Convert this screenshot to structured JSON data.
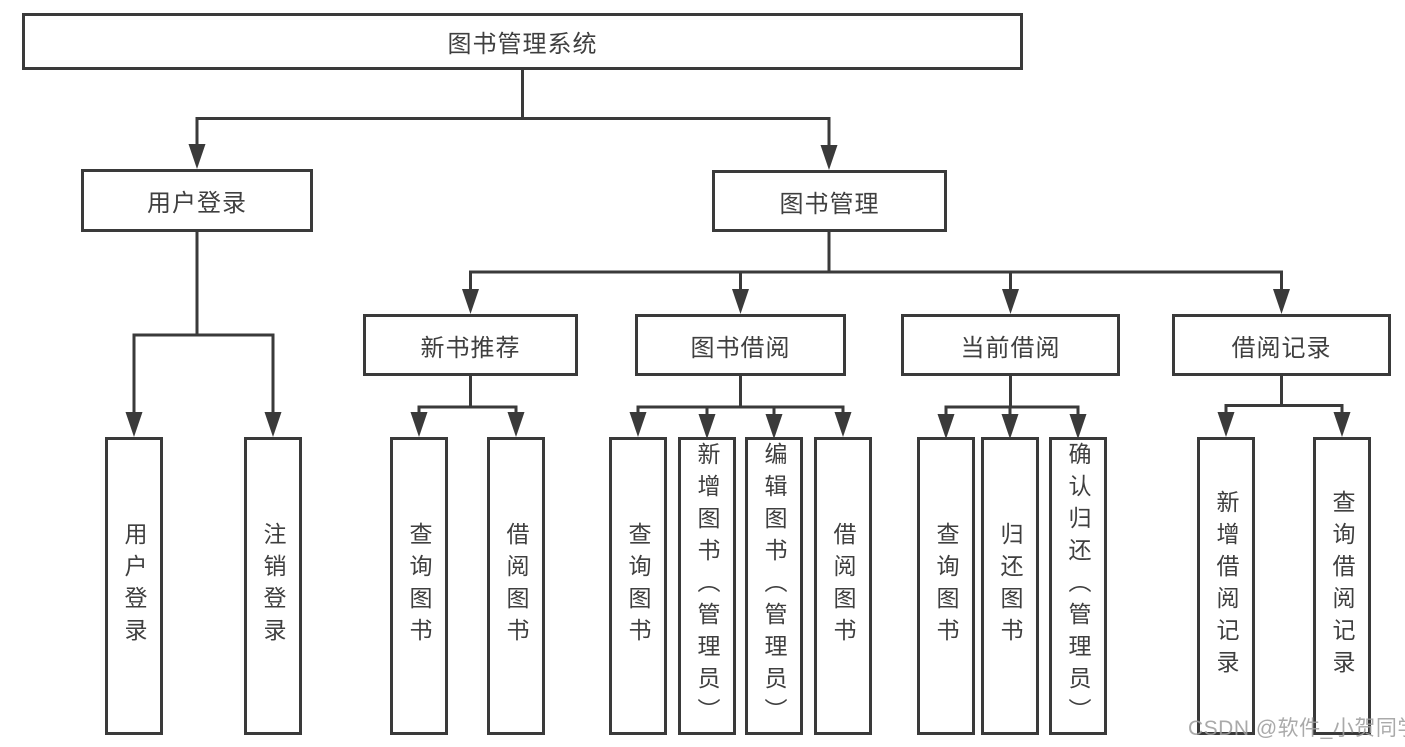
{
  "diagram_title": "图书管理系统",
  "tree": {
    "label": "图书管理系统",
    "children": [
      {
        "label": "用户登录",
        "children": [
          {
            "label": "用户登录"
          },
          {
            "label": "注销登录"
          }
        ]
      },
      {
        "label": "图书管理",
        "children": [
          {
            "label": "新书推荐",
            "children": [
              {
                "label": "查询图书"
              },
              {
                "label": "借阅图书"
              }
            ]
          },
          {
            "label": "图书借阅",
            "children": [
              {
                "label": "查询图书"
              },
              {
                "label": "新增图书（管理员）"
              },
              {
                "label": "编辑图书（管理员）"
              },
              {
                "label": "借阅图书"
              }
            ]
          },
          {
            "label": "当前借阅",
            "children": [
              {
                "label": "查询图书"
              },
              {
                "label": "归还图书"
              },
              {
                "label": "确认归还（管理员）"
              }
            ]
          },
          {
            "label": "借阅记录",
            "children": [
              {
                "label": "新增借阅记录"
              },
              {
                "label": "查询借阅记录"
              }
            ]
          }
        ]
      }
    ]
  },
  "watermark": {
    "text": "CSDN @软件_小贺同学"
  },
  "colors": {
    "line": "#3a3a3a",
    "text": "#3f3f3f",
    "box_background": "#ffffff",
    "page_background": "#ffffff",
    "watermark": "#9e9e9e"
  }
}
